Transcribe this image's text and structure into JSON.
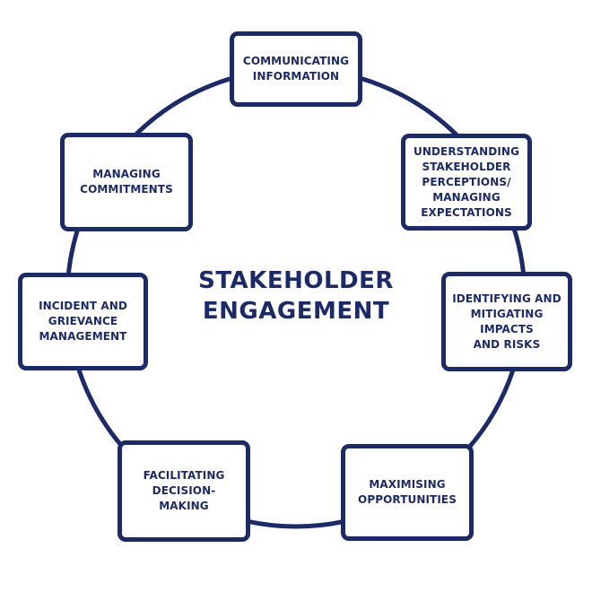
{
  "diagram": {
    "title": "STAKEHOLDER\nENGAGEMENT",
    "color": "#1b2a6b",
    "nodes": [
      {
        "id": "communicating-information",
        "label": "COMMUNICATING\nINFORMATION"
      },
      {
        "id": "understanding-stakeholder-perceptions",
        "label": "UNDERSTANDING\nSTAKEHOLDER\nPERCEPTIONS/\nMANAGING\nEXPECTATIONS"
      },
      {
        "id": "identifying-and-mitigating-impacts",
        "label": "IDENTIFYING AND\nMITIGATING\nIMPACTS\nAND RISKS"
      },
      {
        "id": "maximising-opportunities",
        "label": "MAXIMISING\nOPPORTUNITIES"
      },
      {
        "id": "facilitating-decision-making",
        "label": "FACILITATING\nDECISION-MAKING"
      },
      {
        "id": "incident-and-grievance-management",
        "label": "INCIDENT AND\nGRIEVANCE\nMANAGEMENT"
      },
      {
        "id": "managing-commitments",
        "label": "MANAGING\nCOMMITMENTS"
      }
    ]
  }
}
